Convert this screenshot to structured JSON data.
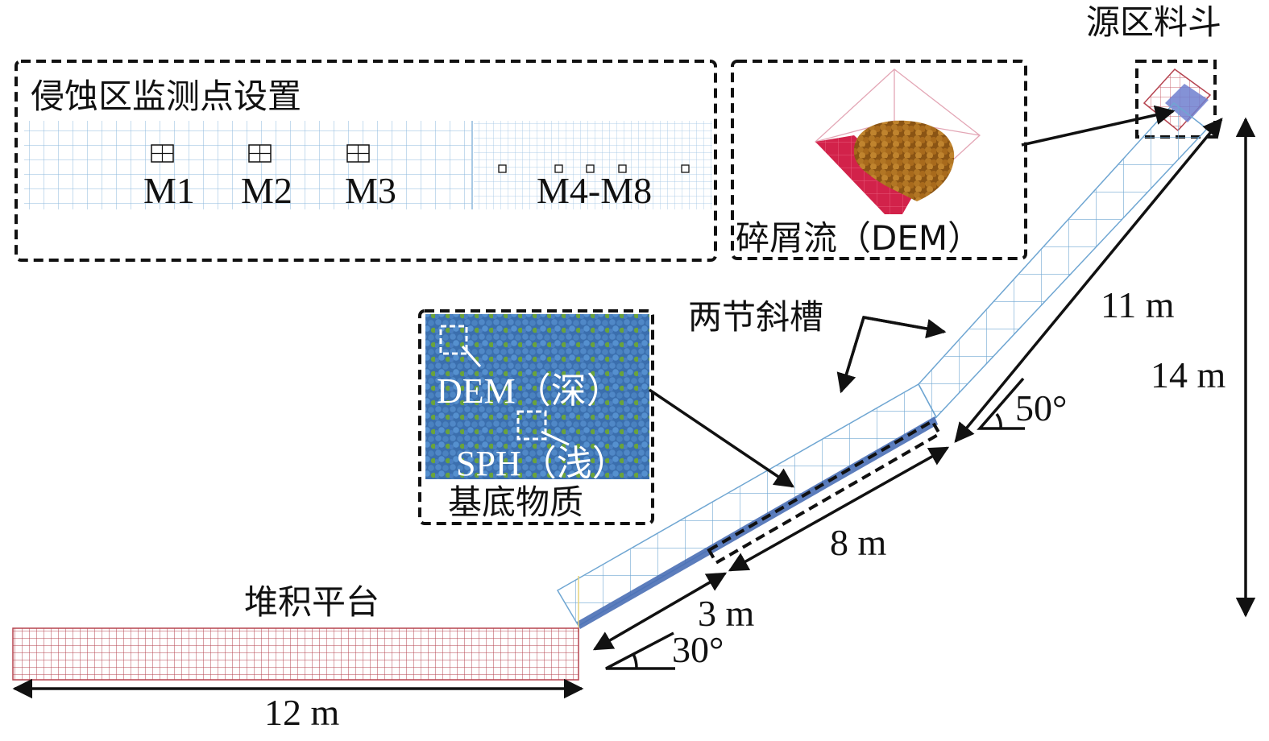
{
  "colors": {
    "mesh_blue": "#7fb0d8",
    "mesh_red": "#b5434f",
    "dem_brown": "#a86a1c",
    "plate_red": "#d2224a",
    "particle_blue": "#3f77b9",
    "particle_green": "#6aa33b",
    "ink": "#111111"
  },
  "labels": {
    "hopper": "源区料斗",
    "monitor_title": "侵蚀区监测点设置",
    "m1": "M1",
    "m2": "M2",
    "m3": "M3",
    "m4m8": "M4-M8",
    "debris_flow": "碎屑流（DEM）",
    "two_chutes": "两节斜槽",
    "dem_deep": "DEM（深）",
    "sph_shallow": "SPH（浅）",
    "substrate": "基底物质",
    "deposit_platform": "堆积平台",
    "len_11": "11 m",
    "len_14": "14 m",
    "len_8": "8 m",
    "len_3": "3 m",
    "len_12": "12 m",
    "angle_50": "50°",
    "angle_30": "30°"
  }
}
